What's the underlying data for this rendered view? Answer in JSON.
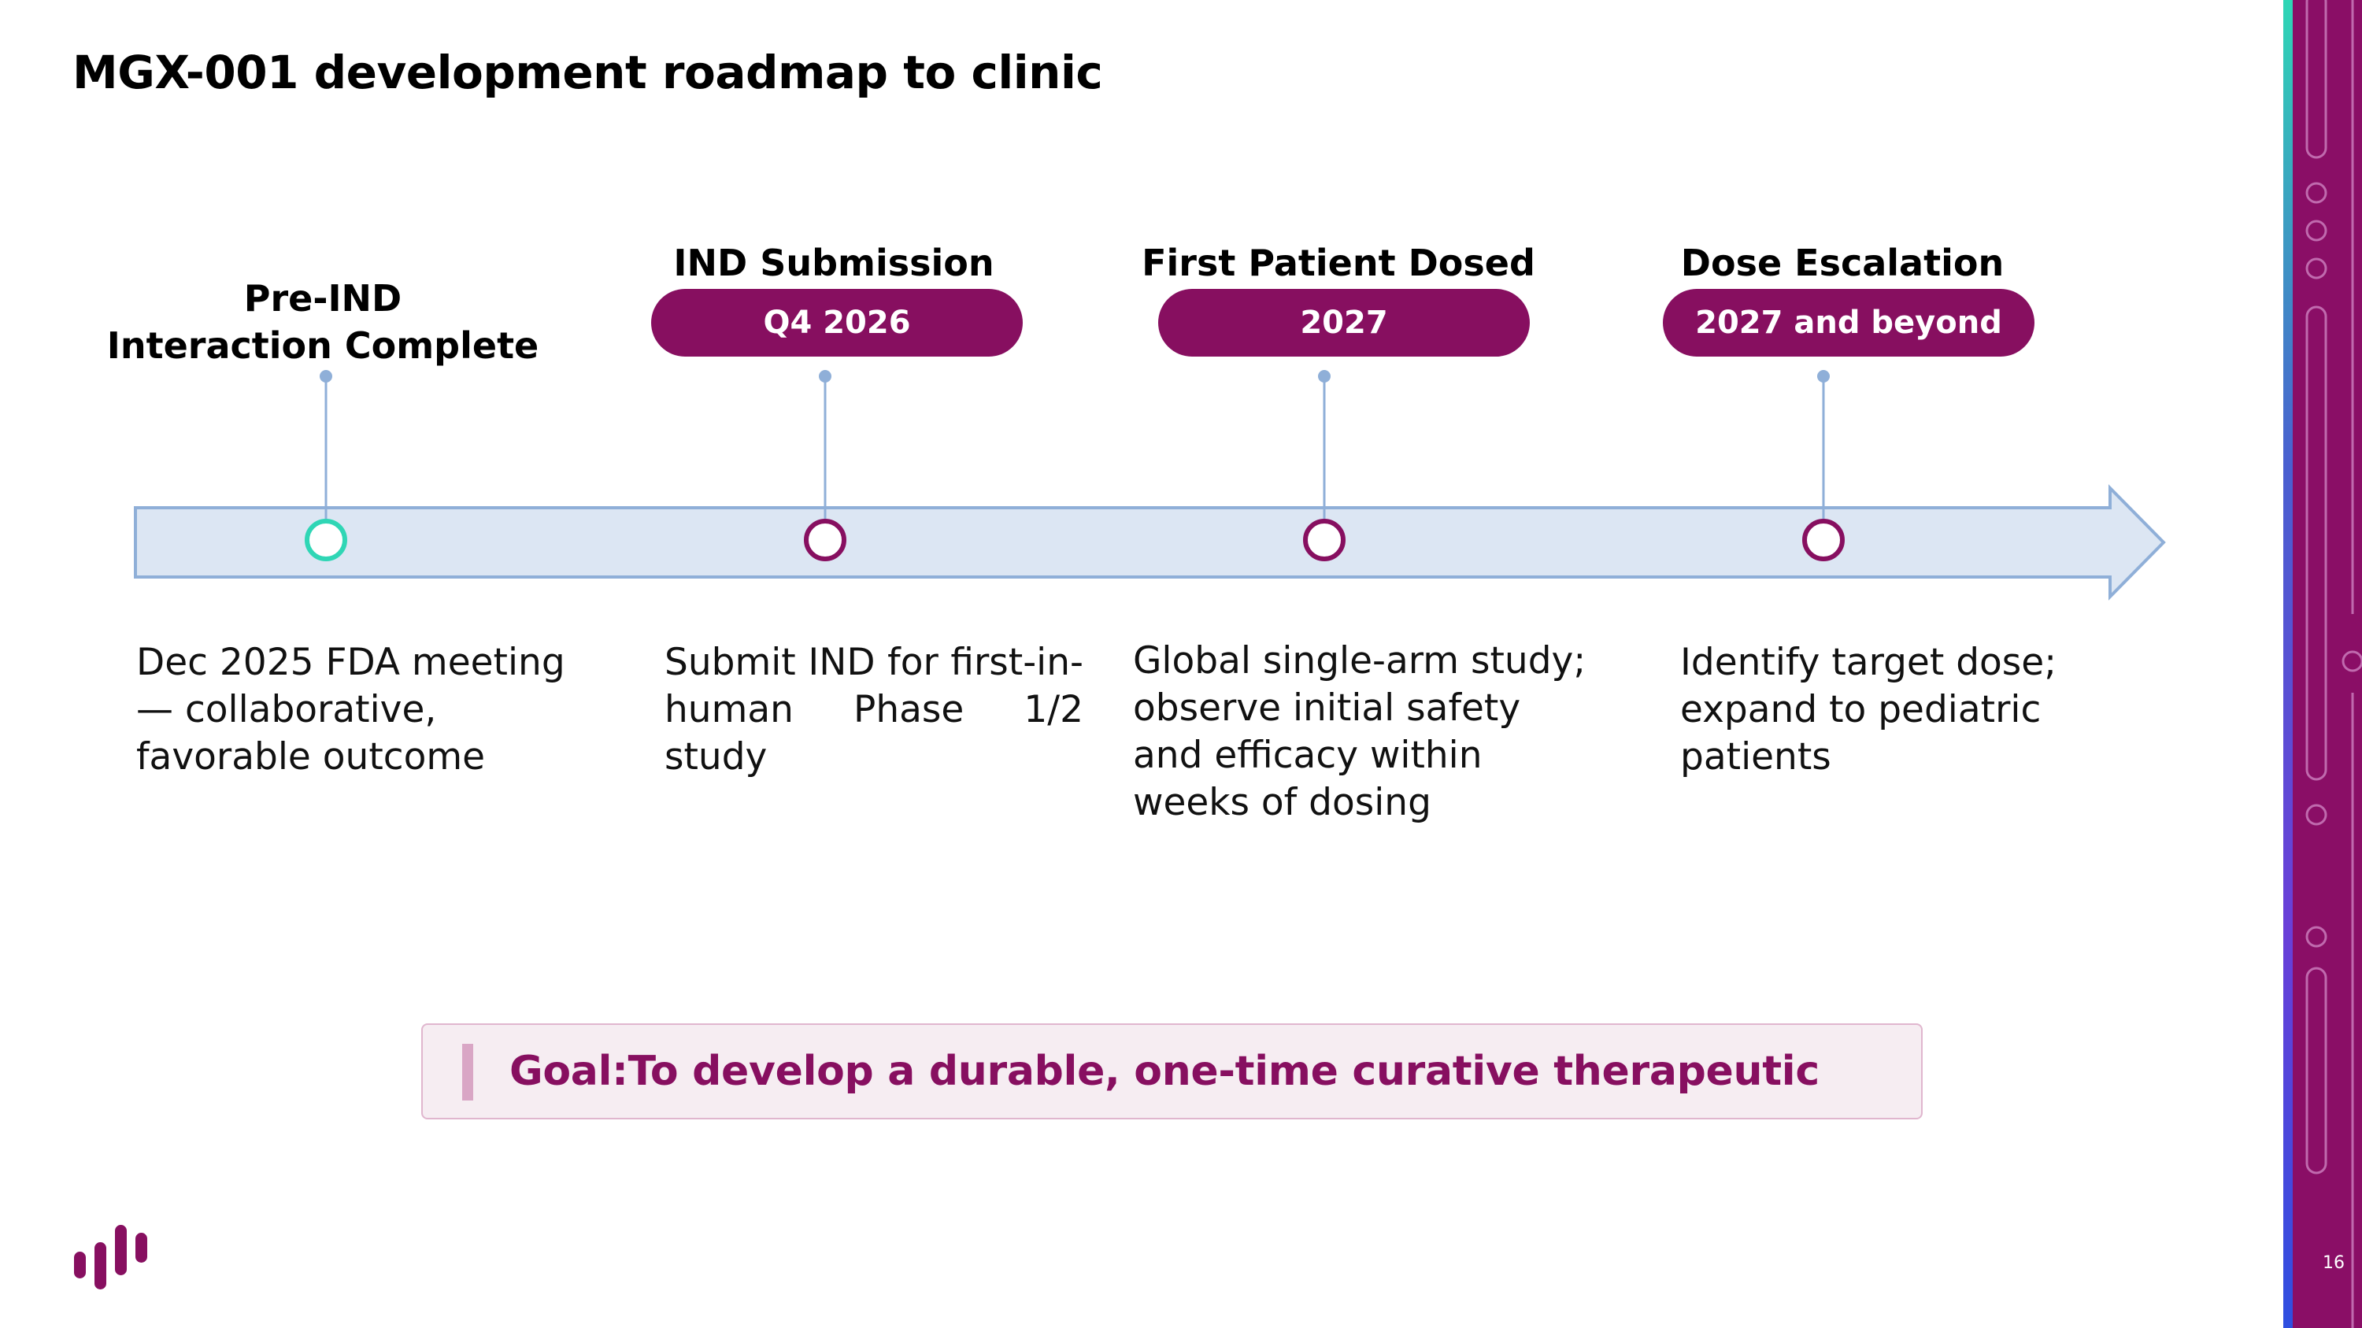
{
  "slide": {
    "title": "MGX-001 development roadmap to clinic",
    "page_number": "16"
  },
  "milestones": [
    {
      "title_lines": [
        "Pre-IND",
        "Interaction Complete"
      ],
      "pill": "",
      "description": "Dec 2025 FDA meeting — collaborative, favorable outcome",
      "status": "complete"
    },
    {
      "title_lines": [
        "IND Submission"
      ],
      "pill": "Q4 2026",
      "description": "Submit IND for first-in-human Phase 1/2 study",
      "status": "upcoming"
    },
    {
      "title_lines": [
        "First Patient Dosed"
      ],
      "pill": "2027",
      "description": "Global single-arm study; observe initial safety and efficacy within weeks of dosing",
      "status": "upcoming"
    },
    {
      "title_lines": [
        "Dose Escalation"
      ],
      "pill": "2027 and beyond",
      "description": "Identify target dose; expand to pediatric patients",
      "status": "upcoming"
    }
  ],
  "goal": {
    "label": "Goal:",
    "text": "To develop a durable, one-time curative therapeutic"
  },
  "colors": {
    "brand": "#870F60",
    "complete_marker": "#2FD6B5",
    "arrow_fill": "#DCE6F3",
    "arrow_stroke": "#8FAFD8",
    "goal_background": "#F6EDF2"
  },
  "icons": {
    "logo": "sound-bars-logo"
  }
}
